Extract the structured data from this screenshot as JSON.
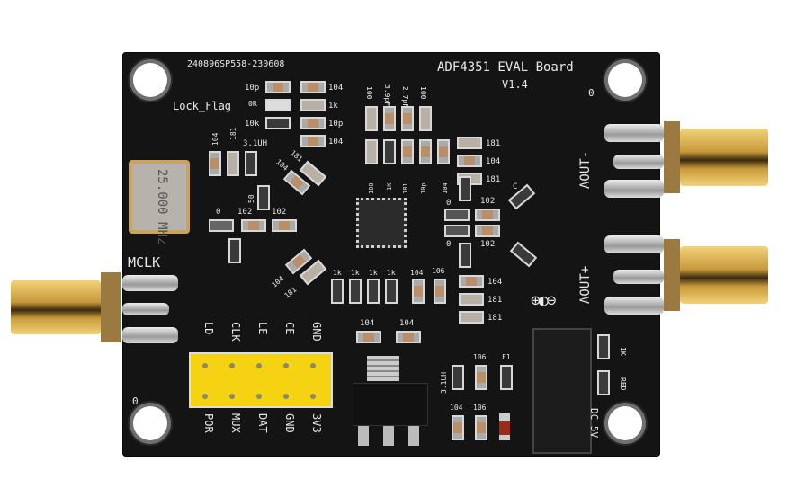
{
  "board": {
    "title": "ADF4351 EVAL Board",
    "version": "V1.4",
    "serial": "240896SP558-230608",
    "colors": {
      "pcb": "#141414",
      "silkscreen": "#e8e8e8",
      "header": "#f5d312",
      "gold": "#c89a3a"
    }
  },
  "labels": {
    "lock_flag": "Lock_Flag",
    "mclk": "MCLK",
    "aout_minus": "AOUT-",
    "aout_plus": "AOUT+",
    "dc": "DC 5V",
    "polarity": "⊕◐⊖",
    "red": "RED",
    "one_k": "1K",
    "zero_tr": "0",
    "zero_bl": "0"
  },
  "crystal": {
    "freq": "25.000",
    "unit": "MHz"
  },
  "header_pins": {
    "top": [
      "LD",
      "CLK",
      "LE",
      "CE",
      "GND"
    ],
    "bottom": [
      "POR",
      "MUX",
      "DAT",
      "GND",
      "3V3"
    ]
  },
  "components": {
    "top_left_column": [
      "10p",
      "0R",
      "10k"
    ],
    "top_right_column": [
      "104",
      "1k",
      "10p",
      "104"
    ],
    "near_crystal": [
      "104",
      "181",
      "3.1UH"
    ],
    "row_102": [
      "0",
      "102",
      "102"
    ],
    "top_vertical": [
      "100",
      "3.9pF",
      "2.7pF",
      "100"
    ],
    "chip_top": [
      "100",
      "1K",
      "181",
      "10p",
      "104"
    ],
    "right_of_chip_top": [
      "181",
      "104",
      "181"
    ],
    "right_of_chip_mid": [
      "0",
      "102",
      "0",
      "102"
    ],
    "bottom_row": [
      "1k",
      "1k",
      "1k",
      "1k",
      "104",
      "106"
    ],
    "right_of_bottom": [
      "104",
      "181",
      "181"
    ],
    "regulator_caps": [
      "104",
      "104"
    ],
    "power_section": [
      "3.1UH",
      "106",
      "F1",
      "104",
      "106"
    ],
    "diag_upper": [
      "104",
      "181"
    ],
    "diag_lower": [
      "104",
      "181"
    ],
    "small_s": "50",
    "small_c": "C"
  }
}
